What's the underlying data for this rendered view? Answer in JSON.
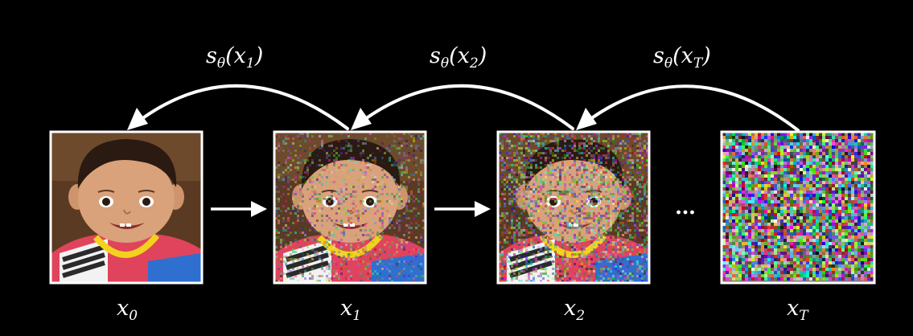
{
  "images": [
    {
      "id": "x0",
      "label": "x",
      "sub": "0",
      "noise": 0,
      "kind": "photo"
    },
    {
      "id": "x1",
      "label": "x",
      "sub": "1",
      "noise": 0.35,
      "kind": "photo"
    },
    {
      "id": "x2",
      "label": "x",
      "sub": "2",
      "noise": 0.6,
      "kind": "photo"
    },
    {
      "id": "xT",
      "label": "x",
      "sub": "T",
      "noise": 1.0,
      "kind": "noise"
    }
  ],
  "ellipsis": "…",
  "score_arrows": [
    {
      "from": "x1",
      "to": "x0",
      "fn": "s",
      "param": "θ",
      "arg": "x",
      "argsub": "1"
    },
    {
      "from": "x2",
      "to": "x1",
      "fn": "s",
      "param": "θ",
      "arg": "x",
      "argsub": "2"
    },
    {
      "from": "xT",
      "to": "x2",
      "fn": "s",
      "param": "θ",
      "arg": "x",
      "argsub": "T"
    }
  ],
  "colors": {
    "background": "#000000",
    "foreground": "#ffffff",
    "skin": "#d9a27a",
    "hair": "#2a1a12",
    "shirt_red": "#e0445c",
    "collar_yellow": "#f2d21e",
    "stripe_dark": "#2a2a2a",
    "backdrop_brown": "#5a3a22"
  }
}
